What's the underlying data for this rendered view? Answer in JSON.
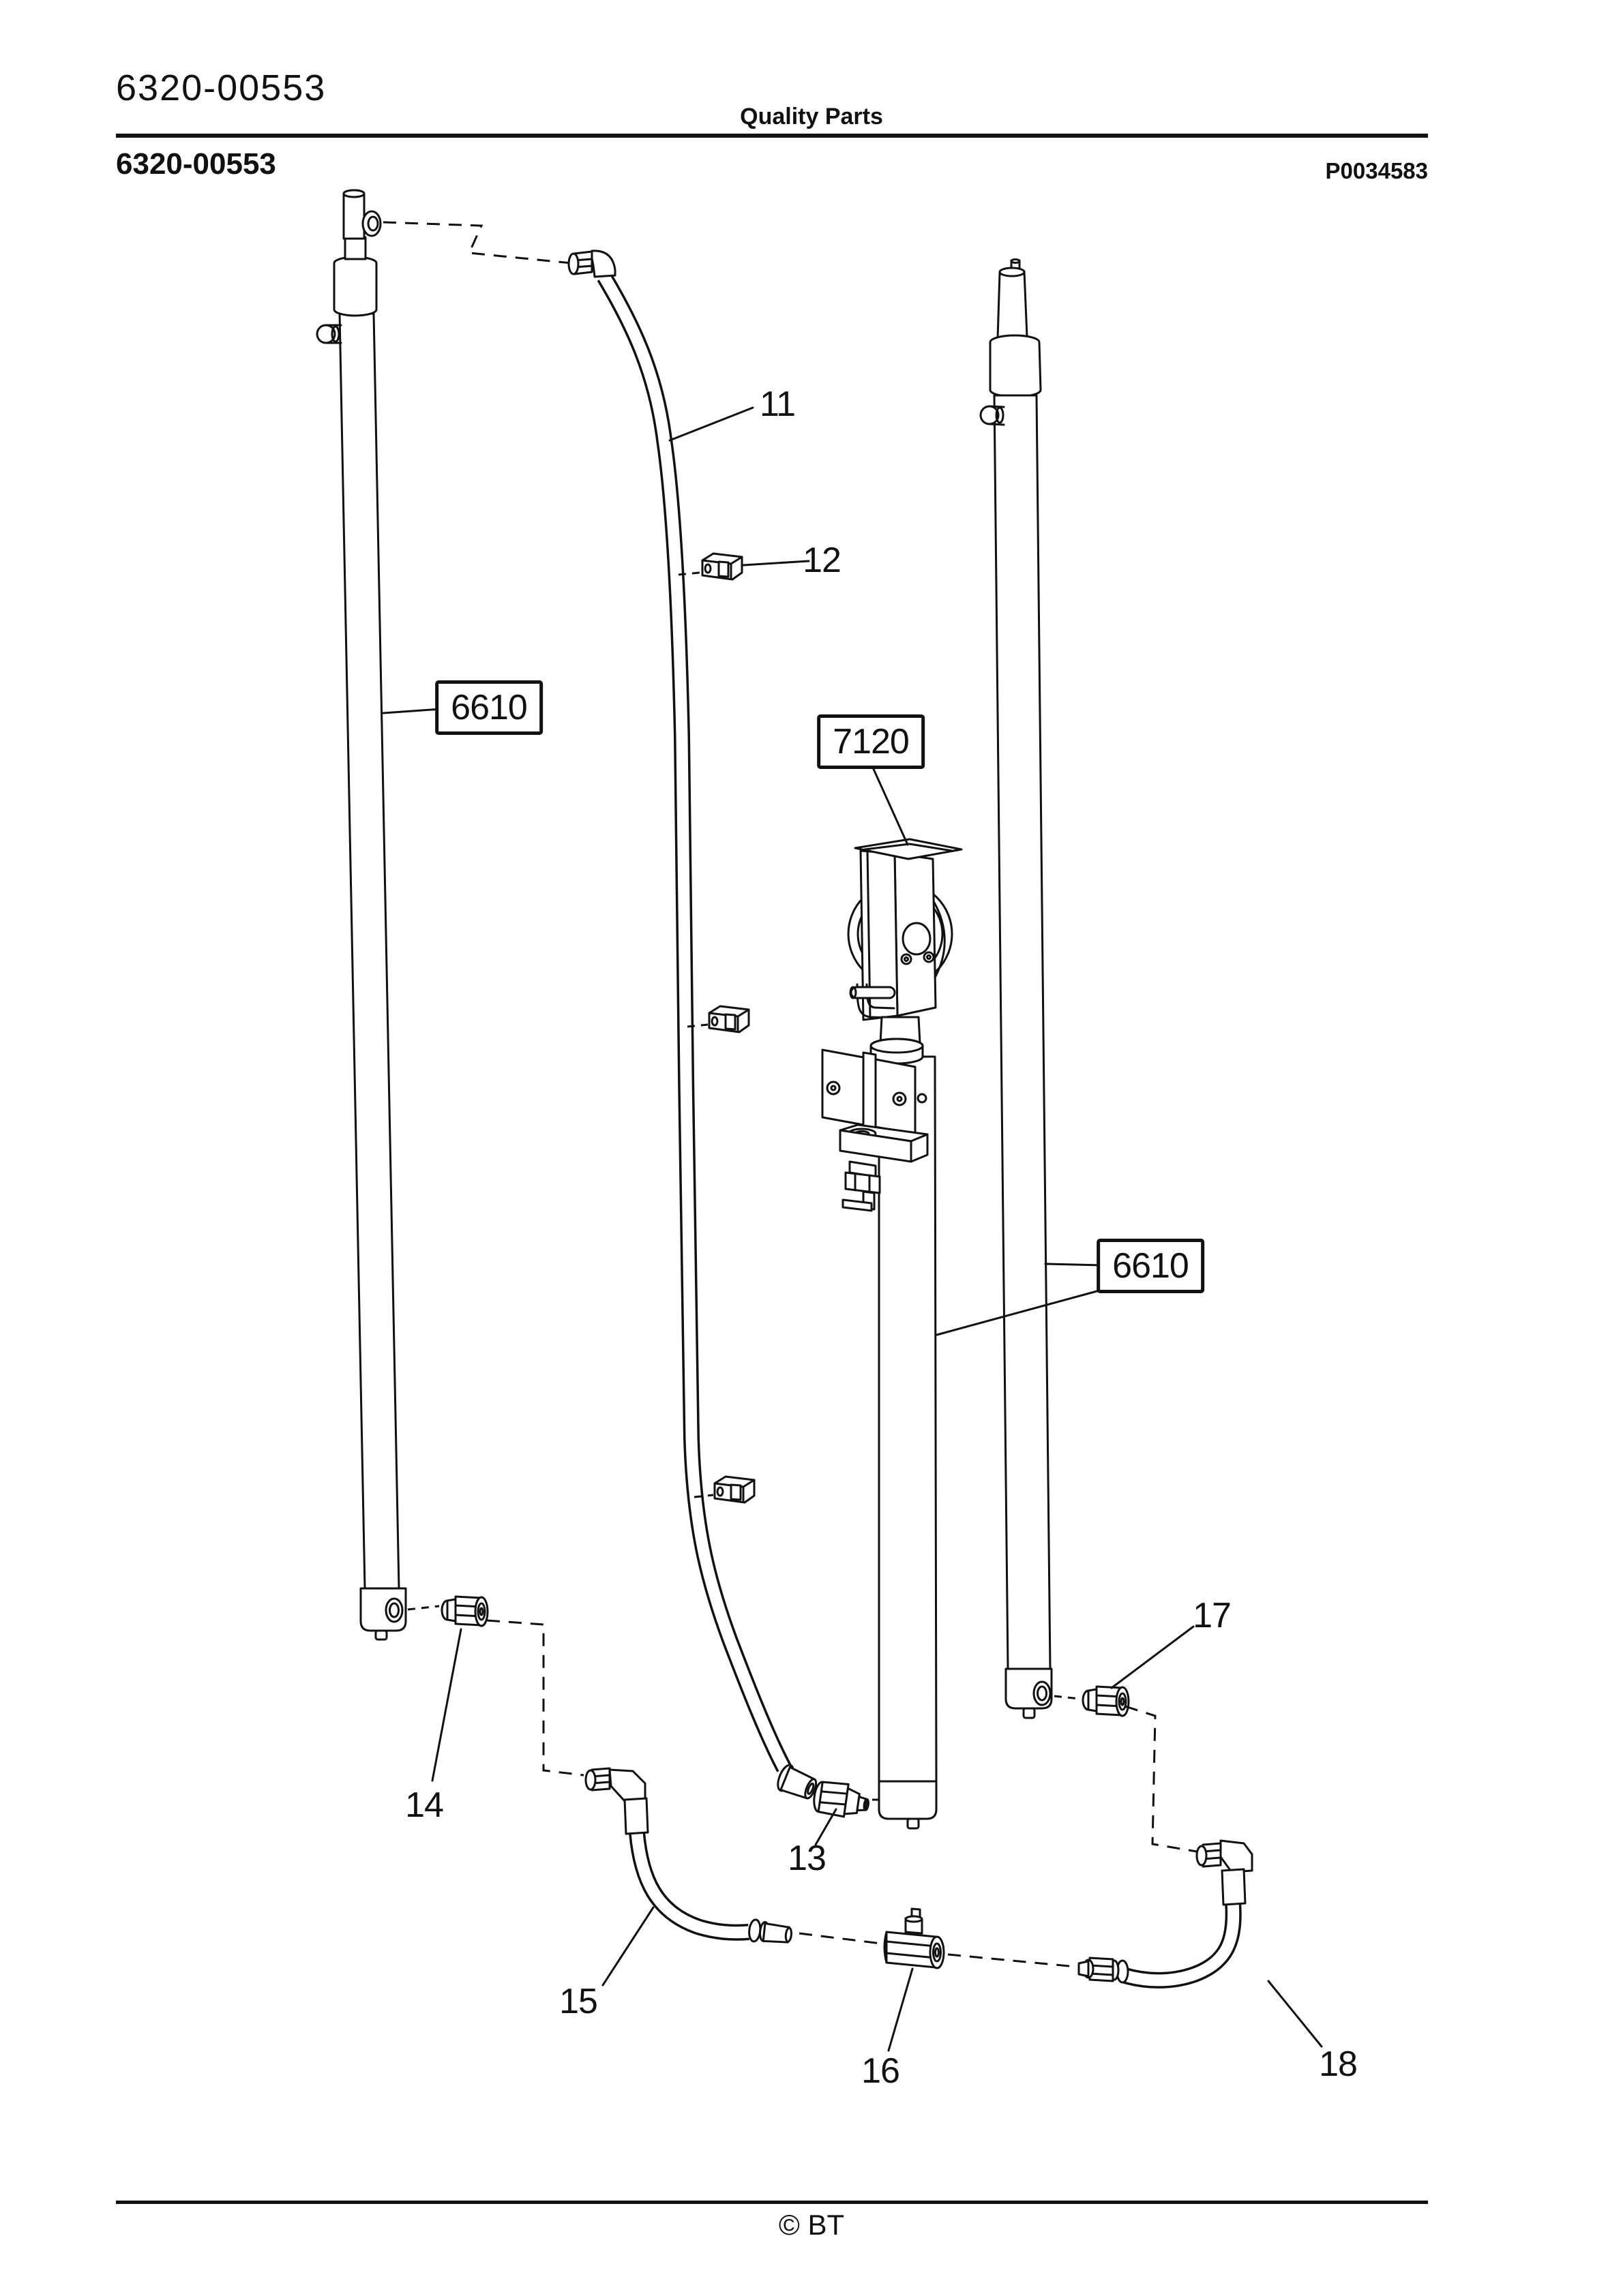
{
  "colors": {
    "ink": "#111111",
    "paper": "#ffffff"
  },
  "header": {
    "doc_number": "6320-00553",
    "center_title": "Quality Parts",
    "doc_number_bold": "6320-00553",
    "plate_code": "P0034583"
  },
  "footer": {
    "copyright": "© BT"
  },
  "diagram": {
    "callouts": [
      {
        "text": "11"
      },
      {
        "text": "12"
      },
      {
        "text": "13"
      },
      {
        "text": "14"
      },
      {
        "text": "15"
      },
      {
        "text": "16"
      },
      {
        "text": "17"
      },
      {
        "text": "18"
      }
    ],
    "boxed": [
      {
        "text": "6610"
      },
      {
        "text": "7120"
      },
      {
        "text": "6610"
      }
    ]
  }
}
